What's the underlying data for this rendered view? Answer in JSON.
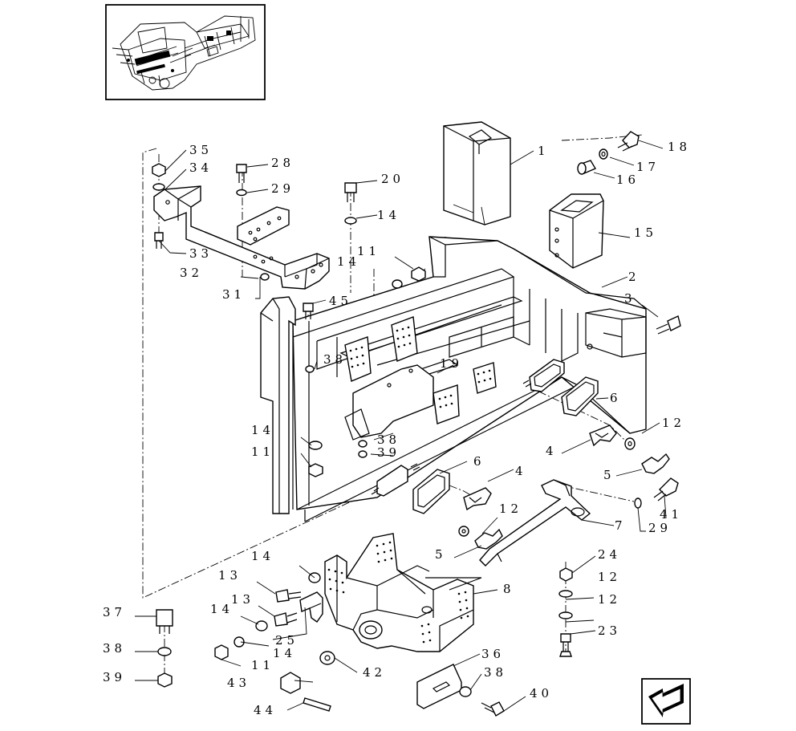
{
  "figure": {
    "callouts": [
      {
        "id": "c1",
        "text": "1"
      },
      {
        "id": "c2",
        "text": "2"
      },
      {
        "id": "c3",
        "text": "3"
      },
      {
        "id": "c4a",
        "text": "4"
      },
      {
        "id": "c4b",
        "text": "4"
      },
      {
        "id": "c5a",
        "text": "5"
      },
      {
        "id": "c5b",
        "text": "5"
      },
      {
        "id": "c6a",
        "text": "6"
      },
      {
        "id": "c6b",
        "text": "6"
      },
      {
        "id": "c7",
        "text": "7"
      },
      {
        "id": "c8",
        "text": "8"
      },
      {
        "id": "c11a",
        "text": "11"
      },
      {
        "id": "c11b",
        "text": "11"
      },
      {
        "id": "c11c",
        "text": "11"
      },
      {
        "id": "c12a",
        "text": "12"
      },
      {
        "id": "c12b",
        "text": "12"
      },
      {
        "id": "c12c",
        "text": "12"
      },
      {
        "id": "c12d",
        "text": "12"
      },
      {
        "id": "c13a",
        "text": "13"
      },
      {
        "id": "c13b",
        "text": "13"
      },
      {
        "id": "c14a",
        "text": "14"
      },
      {
        "id": "c14b",
        "text": "14"
      },
      {
        "id": "c14c",
        "text": "14"
      },
      {
        "id": "c14d",
        "text": "14"
      },
      {
        "id": "c14e",
        "text": "14"
      },
      {
        "id": "c14f",
        "text": "14"
      },
      {
        "id": "c15",
        "text": "15"
      },
      {
        "id": "c16",
        "text": "16"
      },
      {
        "id": "c17",
        "text": "17"
      },
      {
        "id": "c18",
        "text": "18"
      },
      {
        "id": "c19",
        "text": "19"
      },
      {
        "id": "c20",
        "text": "20"
      },
      {
        "id": "c23",
        "text": "23"
      },
      {
        "id": "c24",
        "text": "24"
      },
      {
        "id": "c25",
        "text": "25"
      },
      {
        "id": "c28",
        "text": "28"
      },
      {
        "id": "c29a",
        "text": "29"
      },
      {
        "id": "c29b",
        "text": "29"
      },
      {
        "id": "c31",
        "text": "31"
      },
      {
        "id": "c32",
        "text": "32"
      },
      {
        "id": "c33",
        "text": "33"
      },
      {
        "id": "c34",
        "text": "34"
      },
      {
        "id": "c35",
        "text": "35"
      },
      {
        "id": "c36",
        "text": "36"
      },
      {
        "id": "c37",
        "text": "37"
      },
      {
        "id": "c38a",
        "text": "38"
      },
      {
        "id": "c38b",
        "text": "38"
      },
      {
        "id": "c38c",
        "text": "38"
      },
      {
        "id": "c38d",
        "text": "38"
      },
      {
        "id": "c39a",
        "text": "39"
      },
      {
        "id": "c39b",
        "text": "39"
      },
      {
        "id": "c40",
        "text": "40"
      },
      {
        "id": "c41",
        "text": "41"
      },
      {
        "id": "c42",
        "text": "42"
      },
      {
        "id": "c43",
        "text": "43"
      },
      {
        "id": "c44",
        "text": "44"
      },
      {
        "id": "c45",
        "text": "45"
      }
    ],
    "icons": {
      "thumbnail": "tractor-location-thumbnail",
      "nav": "next-page-arrow-icon"
    }
  }
}
